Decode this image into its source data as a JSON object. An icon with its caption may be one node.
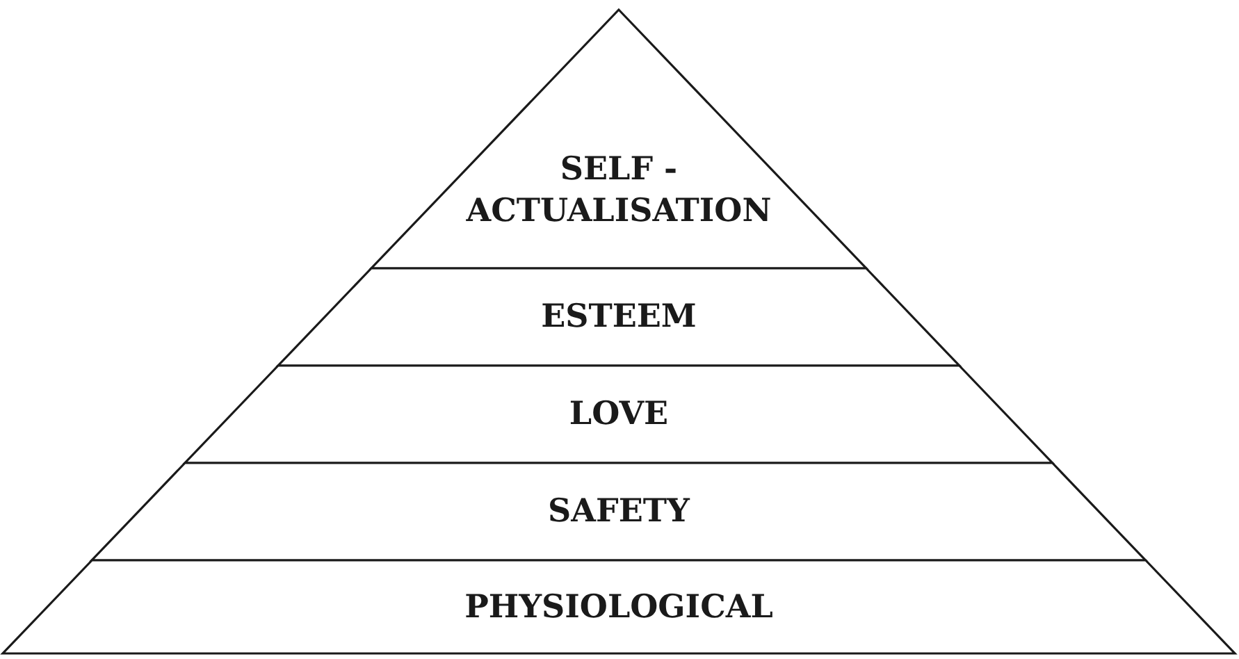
{
  "diagram": {
    "nodes": [
      {
        "text": [
          "SELF - ACTUALISATION"
        ]
      },
      {
        "text": [
          "ESTEEM"
        ]
      },
      {
        "text": [
          "LOVE"
        ]
      },
      {
        "text": [
          "SAFETY"
        ]
      },
      {
        "text": [
          "PHYSIOLOGICAL"
        ]
      }
    ]
  }
}
